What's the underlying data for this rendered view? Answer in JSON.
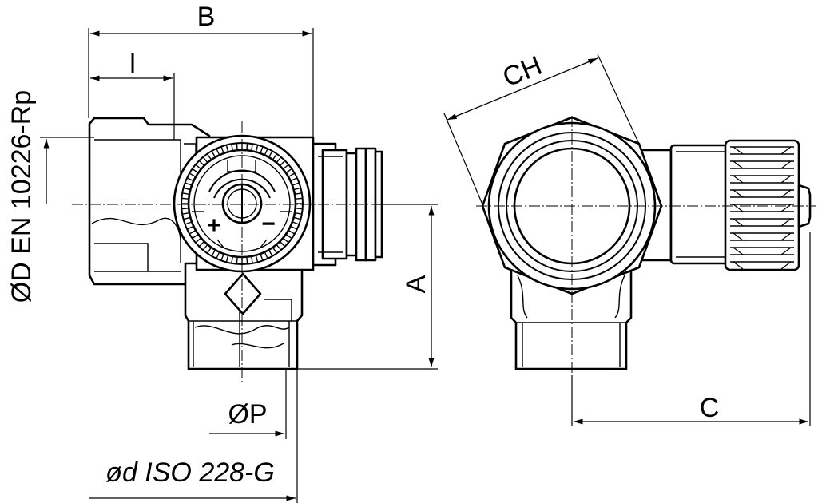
{
  "drawing": {
    "labels": {
      "B": "B",
      "l": "l",
      "CH": "CH",
      "A": "A",
      "C": "C",
      "OD": "ØD EN 10226-Rp",
      "OP": "ØP",
      "od": "ød ISO 228-G"
    },
    "symbols": {
      "plus": "+",
      "minus": "−"
    }
  }
}
